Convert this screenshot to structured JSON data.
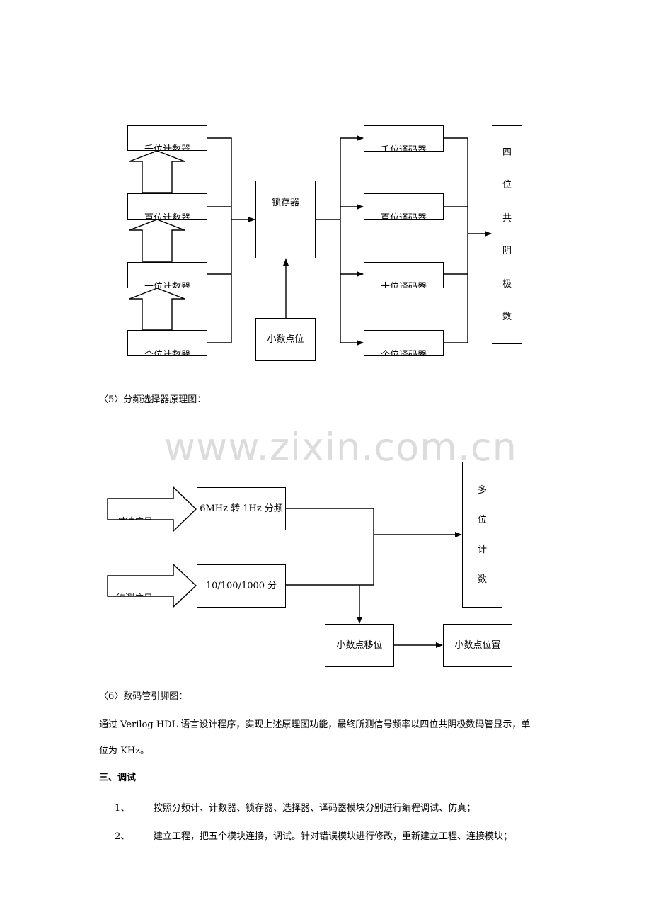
{
  "diagram1": {
    "counters": [
      "千位计数器",
      "百位计数器",
      "十位计数器",
      "个位计数器"
    ],
    "latch": "锁存器",
    "decimal_point": "小数点位",
    "decoders": [
      "千位译码器",
      "百位译码器",
      "十位译码器",
      "个位译码器"
    ],
    "display_chars": [
      "四",
      "位",
      "共",
      "阴",
      "极",
      "数"
    ]
  },
  "caption5": "〈5〉分频选择器原理图：",
  "watermark": "www.zixin.com.cn",
  "diagram2": {
    "clock_signal": "时钟信号",
    "measured_signal": "待测信号",
    "divider1": "6MHz 转 1Hz 分频",
    "divider2": "10/100/1000 分",
    "multi_chars": [
      "多",
      "位",
      "计",
      "数"
    ],
    "dp_shift": "小数点移位",
    "dp_position": "小数点位置"
  },
  "caption6": "〈6〉数码管引脚图：",
  "body_line1": "通过 Verilog HDL 语言设计程序，实现上述原理图功能，最终所测信号频率以四位共阴极数码管显示，单",
  "body_line2": "位为 KHz。",
  "section_title": "三、调试",
  "steps": [
    {
      "num": "1、",
      "text": "按照分频计、计数器、锁存器、选择器、译码器模块分别进行编程调试、仿真；"
    },
    {
      "num": "2、",
      "text": "建立工程，把五个模块连接，调试。针对错误模块进行修改，重新建立工程、连接模块；"
    }
  ]
}
